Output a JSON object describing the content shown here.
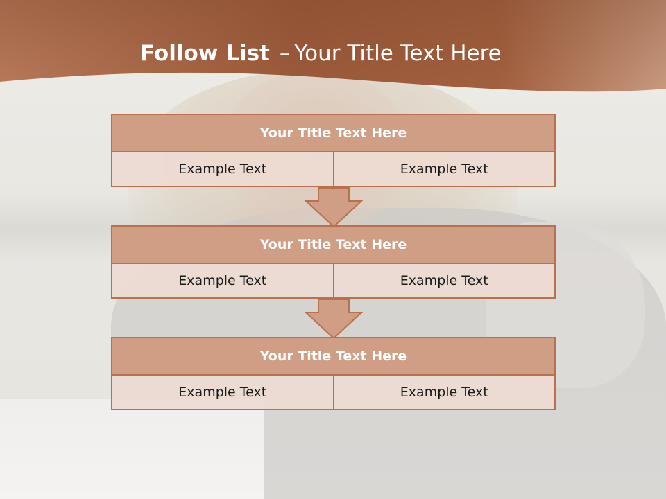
{
  "slide": {
    "title_bold": "Follow List",
    "title_separator": "–",
    "title_rest": "Your Title Text Here"
  },
  "colors": {
    "band": "#a5603f",
    "block_head_fill": "#cf9e84",
    "block_border": "#b8714f",
    "cell_fill": "#eddbd3",
    "arrow_fill": "#cf9e84"
  },
  "blocks": [
    {
      "title": "Your Title Text Here",
      "left": "Example Text",
      "right": "Example Text"
    },
    {
      "title": "Your Title Text Here",
      "left": "Example Text",
      "right": "Example Text"
    },
    {
      "title": "Your Title Text Here",
      "left": "Example Text",
      "right": "Example Text"
    }
  ]
}
